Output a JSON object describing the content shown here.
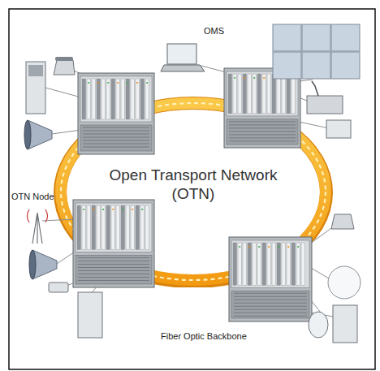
{
  "diagram": {
    "nodes": [
      {
        "text": [
          "Open Transport Network (OTN)"
        ]
      }
    ],
    "labels": [
      "OMS",
      "OTN Node",
      "Fiber Optic Backbone"
    ]
  }
}
